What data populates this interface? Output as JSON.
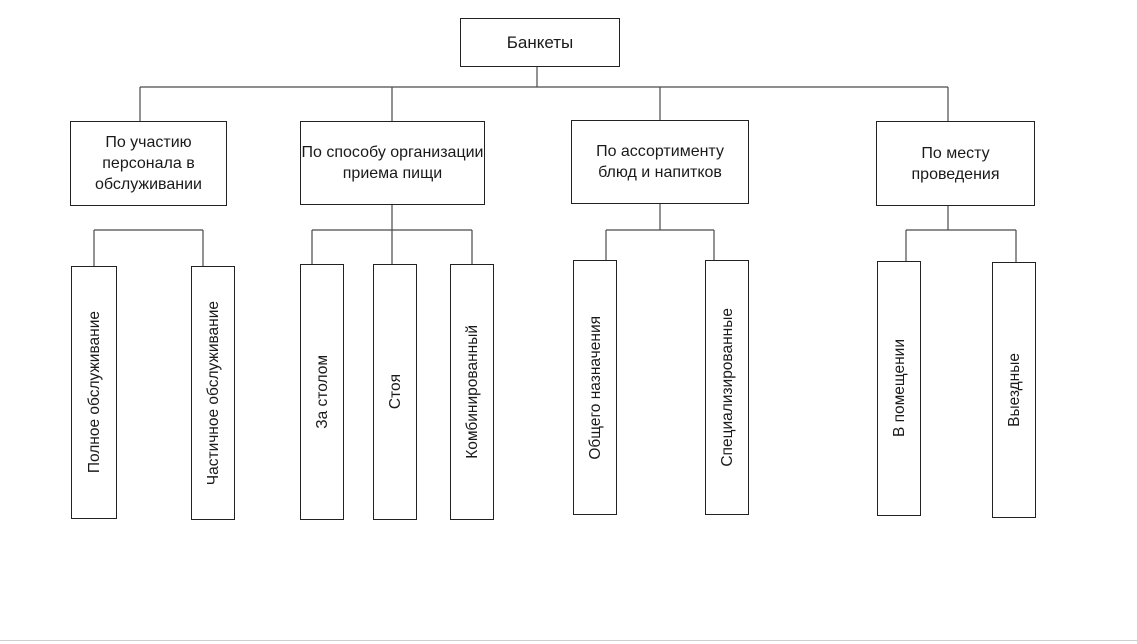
{
  "root": {
    "label": "Банкеты"
  },
  "categories": [
    {
      "label": "По участию персонала в обслуживании",
      "children": [
        "Полное обслуживание",
        "Частичное обслуживание"
      ]
    },
    {
      "label": "По способу организации приема пищи",
      "children": [
        "За столом",
        "Стоя",
        "Комбинированный"
      ]
    },
    {
      "label": "По ассортименту блюд и напитков",
      "children": [
        "Общего назначения",
        "Специализированные"
      ]
    },
    {
      "label": "По месту проведения",
      "children": [
        "В помещении",
        "Выездные"
      ]
    }
  ],
  "colors": {
    "border": "#222222",
    "connector": "#4a4a4a",
    "background": "#ffffff"
  }
}
